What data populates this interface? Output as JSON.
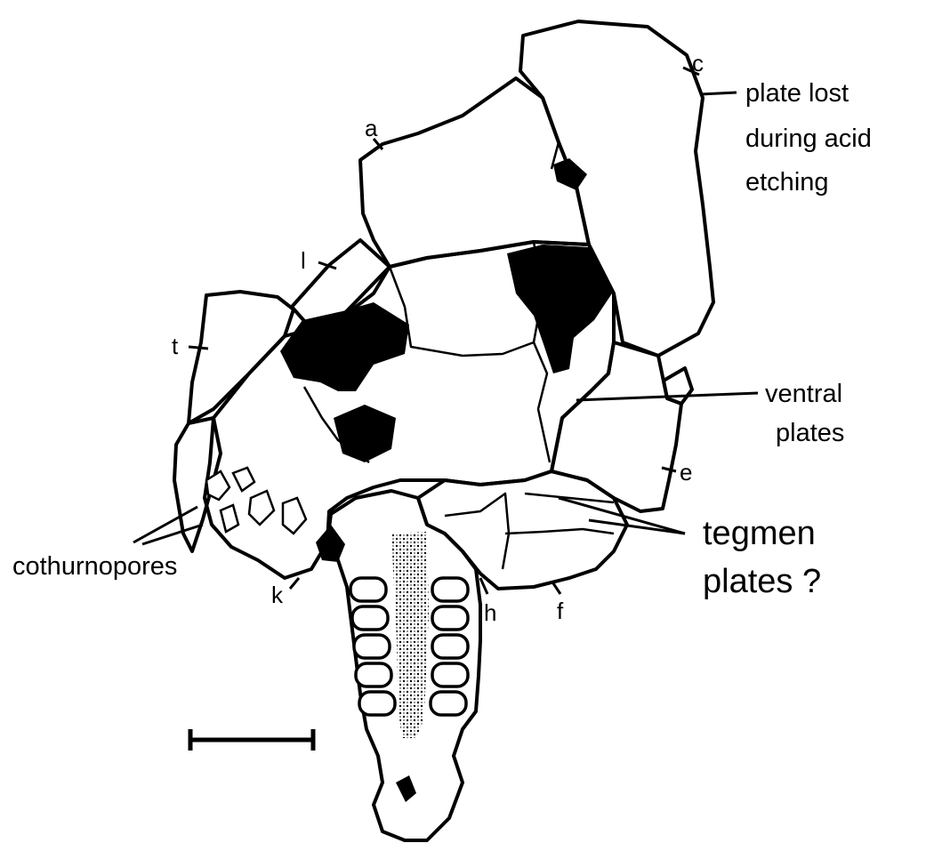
{
  "labels": {
    "a": "a",
    "c": "c",
    "l": "l",
    "t": "t",
    "e": "e",
    "f": "f",
    "h": "h",
    "k": "k",
    "plate_lost_1": "plate lost",
    "plate_lost_2": "during acid",
    "plate_lost_3": "etching",
    "ventral_1": "ventral",
    "ventral_2": "plates",
    "tegmen_1": "tegmen",
    "tegmen_2": "plates ?",
    "cothurnopores": "cothurnopores"
  },
  "colors": {
    "ink": "#000000",
    "paper": "#ffffff"
  }
}
